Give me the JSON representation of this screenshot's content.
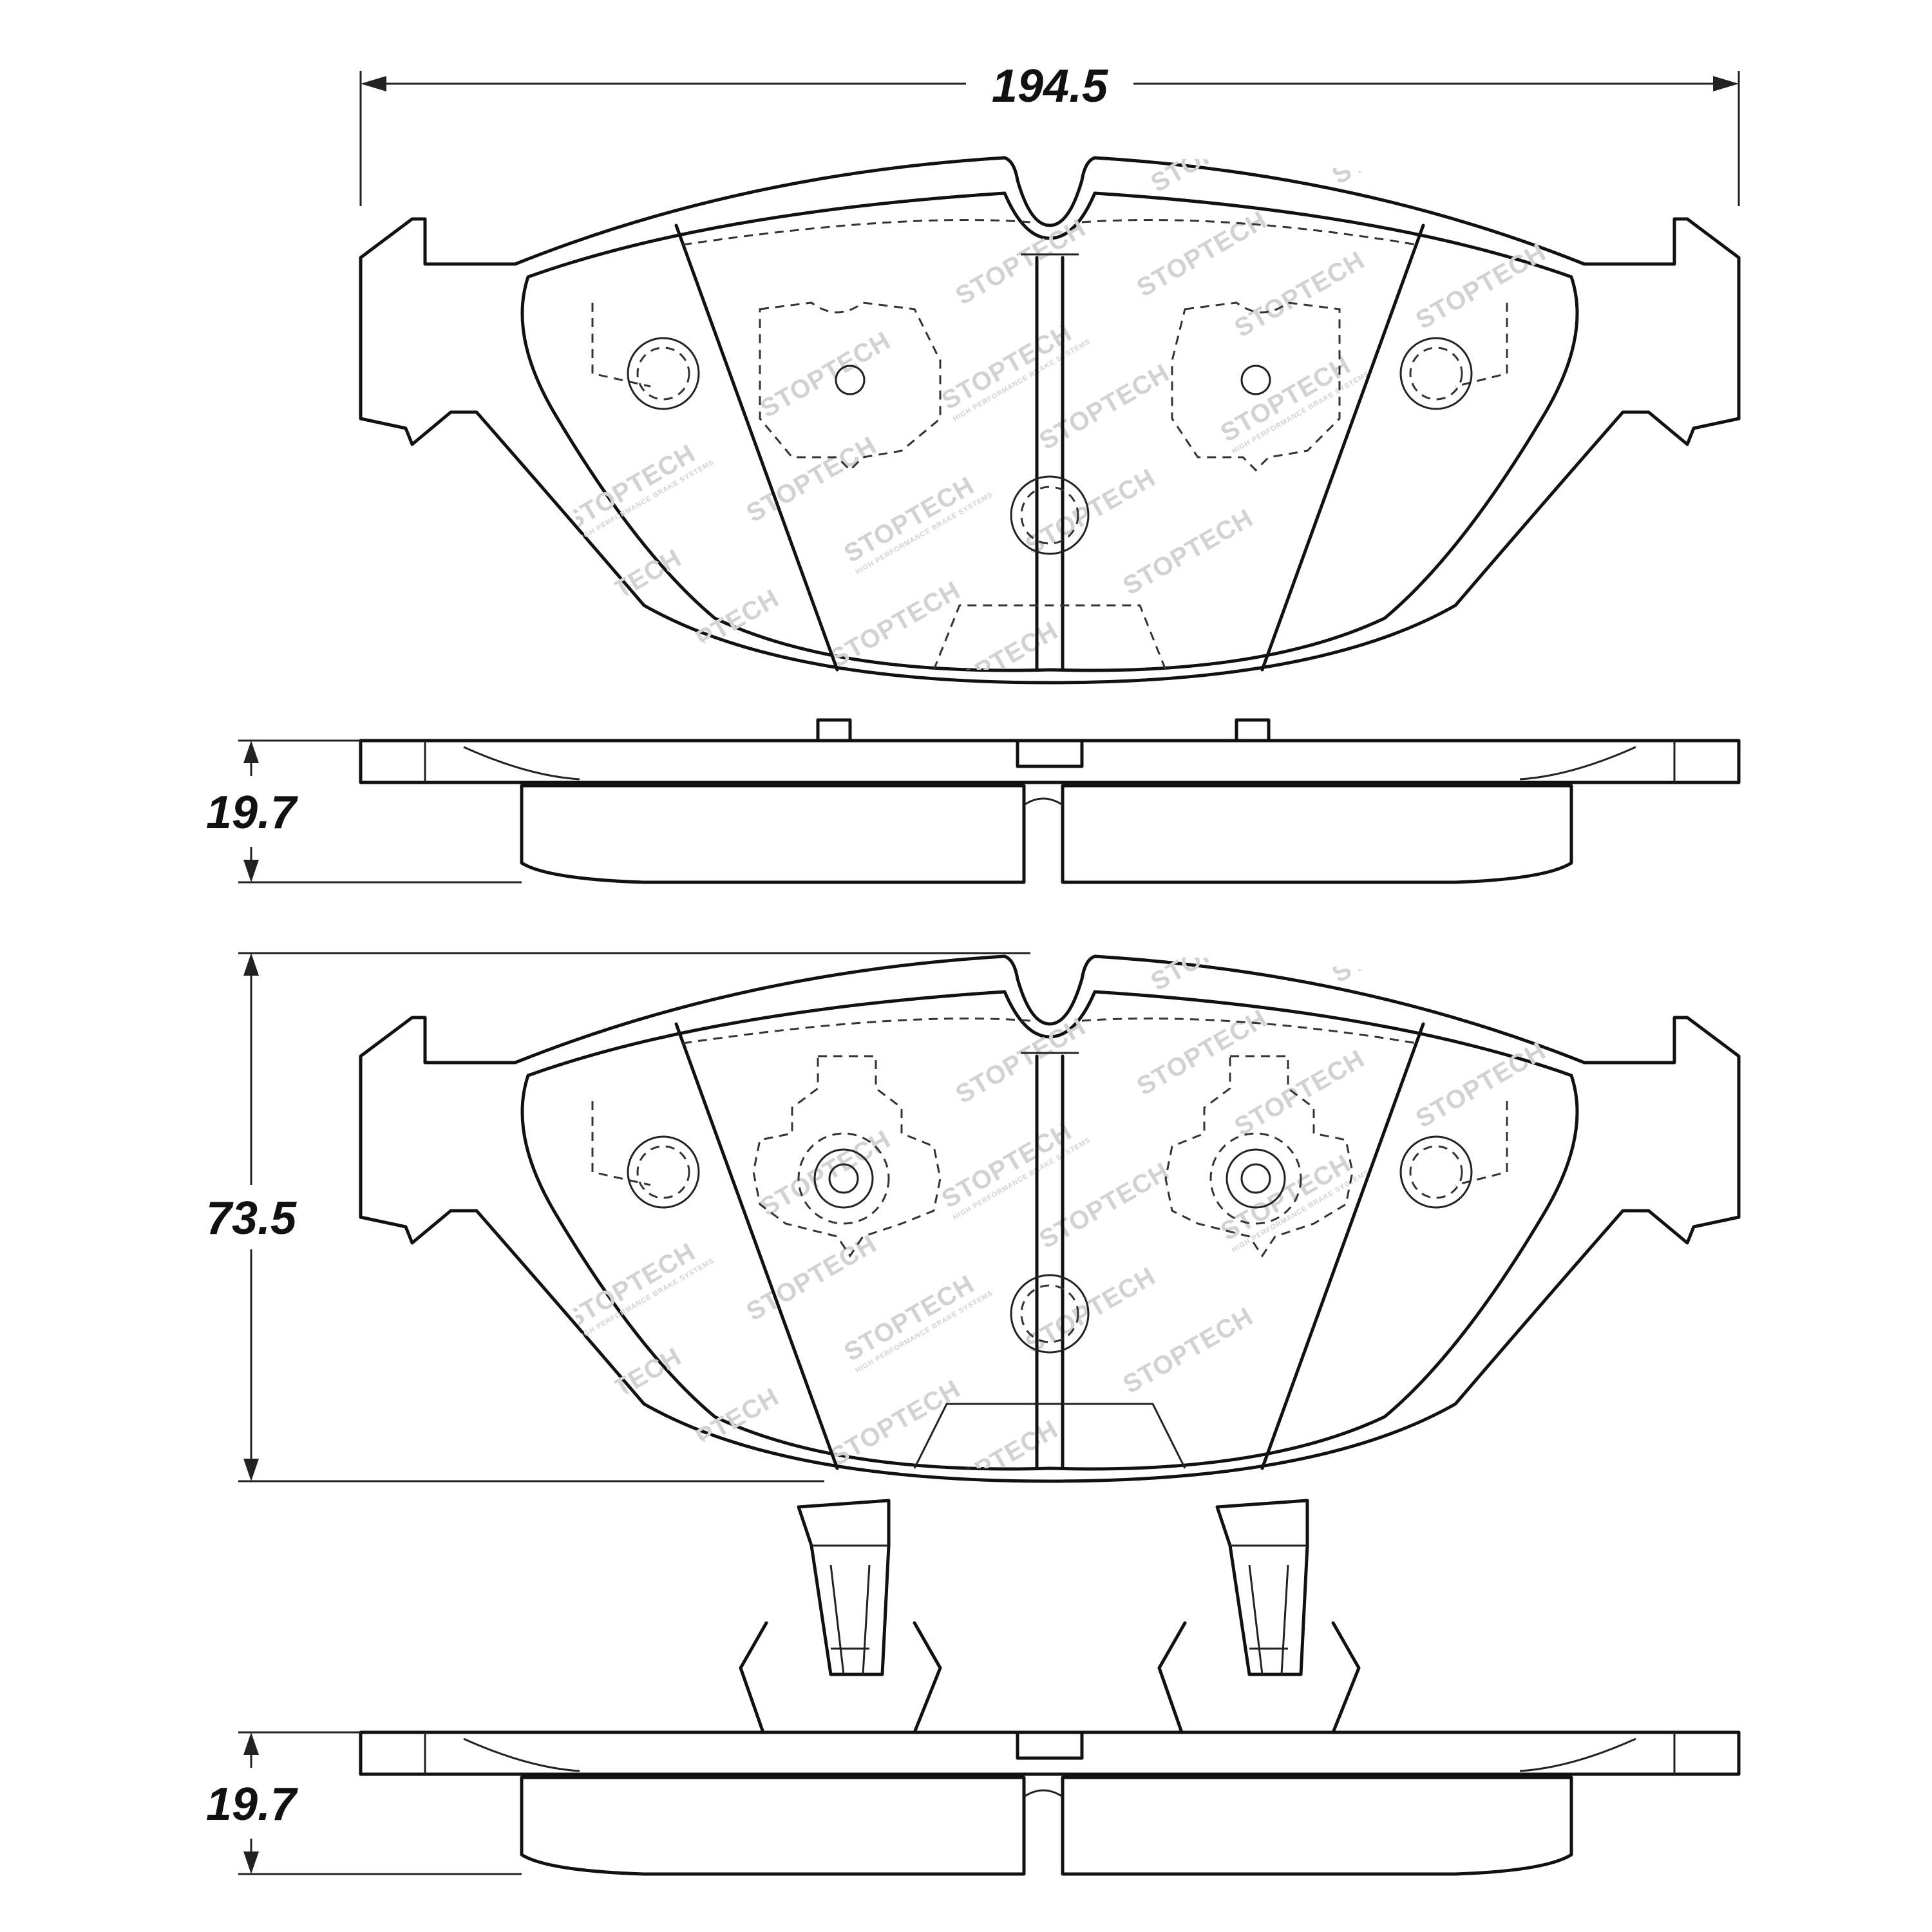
{
  "dimensions": {
    "width_label": "194.5",
    "thickness_top_label": "19.7",
    "height_label": "73.5",
    "thickness_bottom_label": "19.7"
  },
  "watermark": {
    "brand": "STOPTECH",
    "tagline": "HIGH PERFORMANCE BRAKE SYSTEMS"
  },
  "colors": {
    "line": "#111111",
    "watermark": "#d2d2d2",
    "background": "#ffffff"
  }
}
